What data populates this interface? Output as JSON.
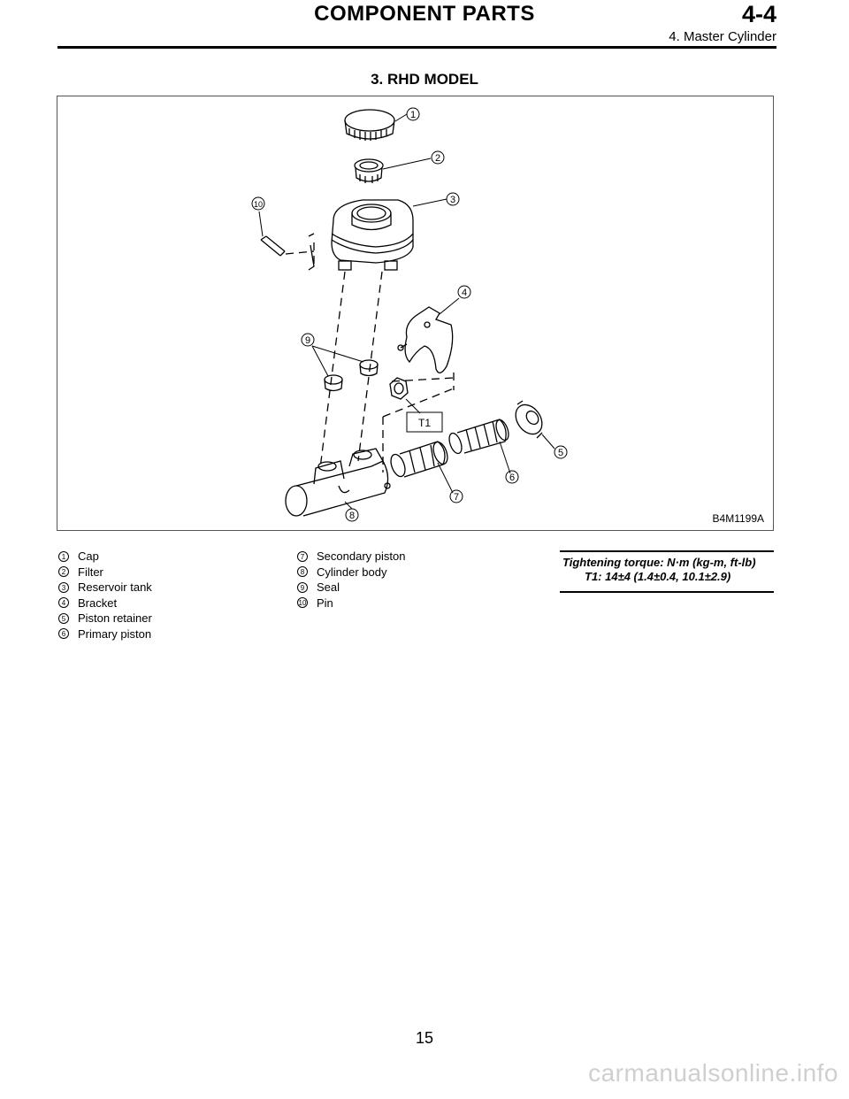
{
  "header": {
    "title": "COMPONENT PARTS",
    "section_code": "4-4",
    "section_sub": "4. Master Cylinder"
  },
  "figure": {
    "title": "3. RHD MODEL",
    "figure_id": "B4M1199A",
    "callouts": {
      "c1": "1",
      "c2": "2",
      "c3": "3",
      "c4": "4",
      "c5": "5",
      "c6": "6",
      "c7": "7",
      "c8": "8",
      "c9": "9",
      "c10": "10",
      "t1": "T1"
    }
  },
  "legend": {
    "col1": [
      {
        "num": "1",
        "label": "Cap"
      },
      {
        "num": "2",
        "label": "Filter"
      },
      {
        "num": "3",
        "label": "Reservoir tank"
      },
      {
        "num": "4",
        "label": "Bracket"
      },
      {
        "num": "5",
        "label": "Piston retainer"
      },
      {
        "num": "6",
        "label": "Primary piston"
      }
    ],
    "col2": [
      {
        "num": "7",
        "label": "Secondary piston"
      },
      {
        "num": "8",
        "label": "Cylinder body"
      },
      {
        "num": "9",
        "label": "Seal"
      },
      {
        "num": "10",
        "label": "Pin"
      }
    ]
  },
  "torque": {
    "heading": "Tightening torque: N·m (kg-m, ft-lb)",
    "value": "T1: 14±4 (1.4±0.4, 10.1±2.9)"
  },
  "page_number": "15",
  "watermark": "carmanualsonline.info"
}
